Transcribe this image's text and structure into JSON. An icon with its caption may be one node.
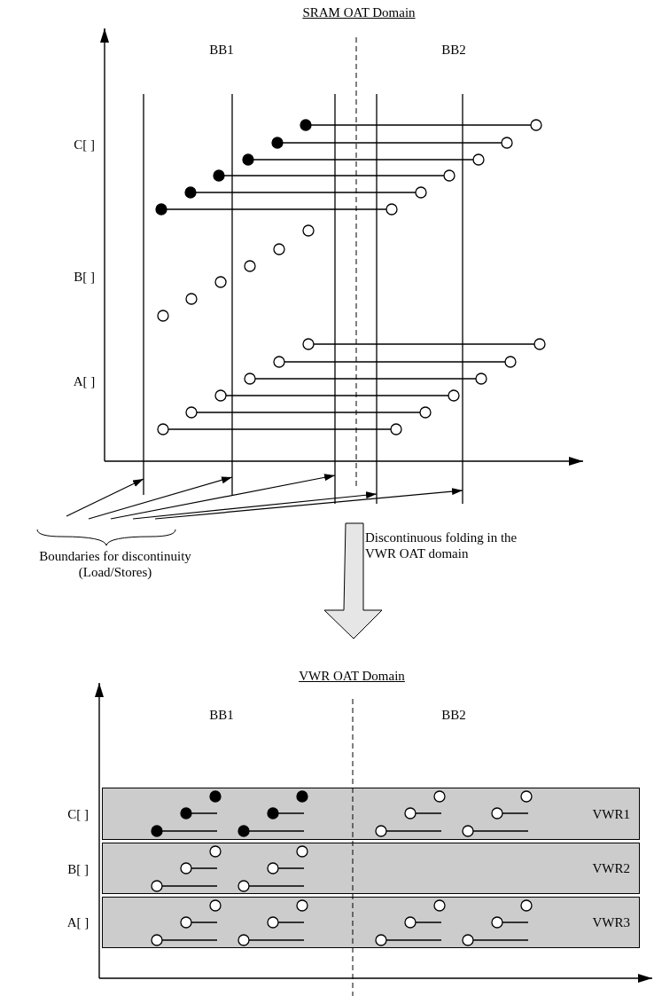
{
  "diagram": {
    "nodes": [
      {
        "text": [
          "Boundaries for discontinuity (Load/Stores)"
        ]
      },
      {
        "text": [],
        "shape": "line"
      },
      {
        "text": [],
        "shape": "line"
      },
      {
        "text": [],
        "shape": "line"
      },
      {
        "text": [],
        "shape": "line"
      },
      {
        "text": [],
        "shape": "line"
      },
      {
        "text": [
          "VWR1"
        ]
      },
      {
        "text": [
          "VWR2"
        ]
      },
      {
        "text": [
          "VWR3"
        ]
      }
    ],
    "edges": [
      {
        "from": 0,
        "to": 1,
        "arrow": "to"
      },
      {
        "from": 0,
        "to": 2,
        "arrow": "to"
      },
      {
        "from": 0,
        "to": 3,
        "arrow": "to"
      },
      {
        "from": 0,
        "to": 4,
        "arrow": "to"
      },
      {
        "from": 0,
        "to": 5,
        "arrow": "to"
      }
    ],
    "labels": [
      "SRAM OAT Domain",
      "BB1",
      "BB2",
      "C[ ]",
      "B[ ]",
      "A[ ]",
      "Discontinuous folding in the VWR OAT domain",
      "VWR OAT Domain",
      "BB1",
      "BB2",
      "C[ ]",
      "B[ ]",
      "A[ ]"
    ]
  }
}
